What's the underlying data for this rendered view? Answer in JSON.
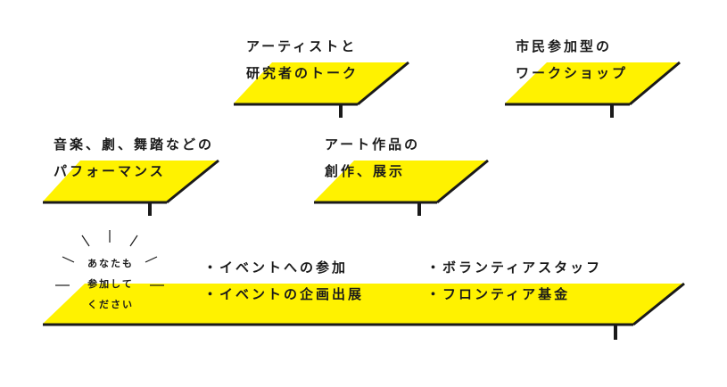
{
  "colors": {
    "accent": "#fff200",
    "ink": "#1a1a1a"
  },
  "platforms": [
    {
      "id": "artist-talk",
      "lines": [
        "アーティストと",
        "研究者のトーク"
      ]
    },
    {
      "id": "workshop",
      "lines": [
        "市民参加型の",
        "ワークショップ"
      ]
    },
    {
      "id": "performance",
      "lines": [
        "音楽、劇、舞踏などの",
        "パフォーマンス"
      ]
    },
    {
      "id": "exhibition",
      "lines": [
        "アート作品の",
        "創作、展示"
      ]
    }
  ],
  "participate": {
    "lines": [
      "あなたも",
      "参加して",
      "ください"
    ],
    "items_left": [
      "・イベントへの参加",
      "・イベントの企画出展"
    ],
    "items_right": [
      "・ボランティアスタッフ",
      "・フロンティア基金"
    ]
  }
}
